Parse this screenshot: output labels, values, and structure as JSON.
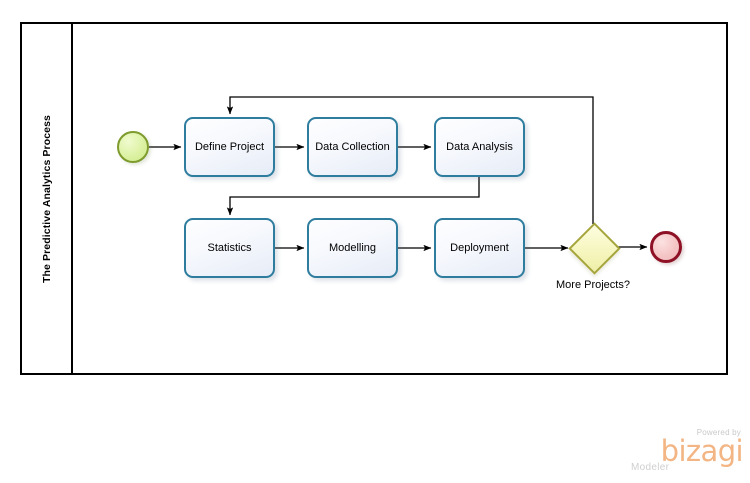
{
  "diagram": {
    "type": "bpmn-process",
    "pool": {
      "lane_label": "The Predictive Analytics Process"
    },
    "events": [
      {
        "id": "start",
        "name": "start-event",
        "kind": "start",
        "label": "",
        "fill": "#DDF2A4",
        "stroke": "#7E9B2E"
      },
      {
        "id": "end",
        "name": "end-event",
        "kind": "end",
        "label": "",
        "fill": "#F5C6C6",
        "stroke": "#8E1126"
      }
    ],
    "gateway": {
      "id": "more-projects",
      "label": "More Projects?",
      "kind": "exclusive",
      "fill": "#F6F6C0",
      "stroke": "#A5A53B"
    },
    "tasks": [
      {
        "id": "define-project",
        "label": "Define Project"
      },
      {
        "id": "data-collection",
        "label": "Data Collection"
      },
      {
        "id": "data-analysis",
        "label": "Data Analysis"
      },
      {
        "id": "statistics",
        "label": "Statistics"
      },
      {
        "id": "modelling",
        "label": "Modelling"
      },
      {
        "id": "deployment",
        "label": "Deployment"
      }
    ],
    "flows": [
      {
        "from": "start",
        "to": "define-project"
      },
      {
        "from": "define-project",
        "to": "data-collection"
      },
      {
        "from": "data-collection",
        "to": "data-analysis"
      },
      {
        "from": "data-analysis",
        "to": "statistics"
      },
      {
        "from": "statistics",
        "to": "modelling"
      },
      {
        "from": "modelling",
        "to": "deployment"
      },
      {
        "from": "deployment",
        "to": "more-projects"
      },
      {
        "from": "more-projects",
        "to": "end"
      },
      {
        "from": "more-projects",
        "to": "define-project"
      }
    ],
    "colors": {
      "task_border": "#2E7C9E",
      "task_fill": "#E6ECF7",
      "flow_line": "#000000",
      "pool_border": "#000000",
      "logo_accent": "#F2B583"
    }
  },
  "branding": {
    "powered_by": "Powered by",
    "product": "bizagi",
    "edition": "Modeler"
  }
}
